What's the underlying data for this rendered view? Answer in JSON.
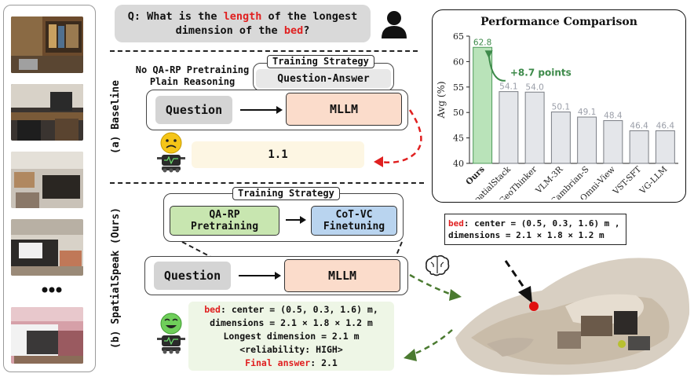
{
  "question": {
    "prefix": "Q: What is the ",
    "hl1": "length",
    "mid": " of the longest",
    "line2_prefix": "dimension of the ",
    "hl2": "bed",
    "suffix": "?"
  },
  "baseline": {
    "section_label": "(a) Baseline",
    "note_line1": "No QA-RP Pretraining",
    "note_line2": "Plain Reasoning",
    "strategy_title": "Training Strategy",
    "strategy_item": "Question-Answer",
    "question": "Question",
    "model": "MLLM",
    "answer": "1.1"
  },
  "ours": {
    "section_label": "(b) SpatialSpeak (Ours)",
    "strategy_title": "Training Strategy",
    "stage1_line1": "QA-RP",
    "stage1_line2": "Pretraining",
    "stage2_line1": "CoT-VC",
    "stage2_line2": "Finetuning",
    "question": "Question",
    "model": "MLLM",
    "answer_lines": {
      "bed": "bed",
      "center": ": center = (0.5, 0.3, 1.6) m,",
      "dims": "dimensions = 2.1 × 1.8 × 1.2 m",
      "longest": "Longest dimension = 2.1 m",
      "reliability": "<reliability: HIGH>",
      "final_label": "Final answer",
      "final_value": ": 2.1"
    }
  },
  "pointcloud_callout": {
    "bed": "bed",
    "line1": ": center = (0.5, 0.3, 1.6) m ,",
    "line2": "dimensions = 2.1 × 1.8 × 1.2 m"
  },
  "chart_data": {
    "type": "bar",
    "title": "Performance Comparison",
    "xlabel": "",
    "ylabel": "Avg (%)",
    "ylim": [
      40,
      65
    ],
    "yticks": [
      40,
      45,
      50,
      55,
      60,
      65
    ],
    "categories": [
      "Ours",
      "SpatialStack",
      "GeoThinker",
      "VLM-3R",
      "Cambrian-S",
      "Omni-View",
      "VST-SFT",
      "VG-LLM"
    ],
    "values": [
      62.8,
      54.1,
      54.0,
      50.1,
      49.1,
      48.4,
      46.4,
      46.4
    ],
    "annotation": "+8.7 points",
    "colors": {
      "ours": "#b9e3b9",
      "ours_edge": "#4e9a5a",
      "others": "#e4e6ea",
      "others_edge": "#7a7d84",
      "label_others": "#9a9ea8",
      "label_ours": "#3d8a4a"
    }
  },
  "colors": {
    "accent_red": "#e02020",
    "peach": "#fbdccb",
    "green_box": "#c8e6b0",
    "blue_box": "#b9d4ef",
    "answer_bg": "#eef6e6",
    "baseline_answer_bg": "#fdf6e3"
  }
}
